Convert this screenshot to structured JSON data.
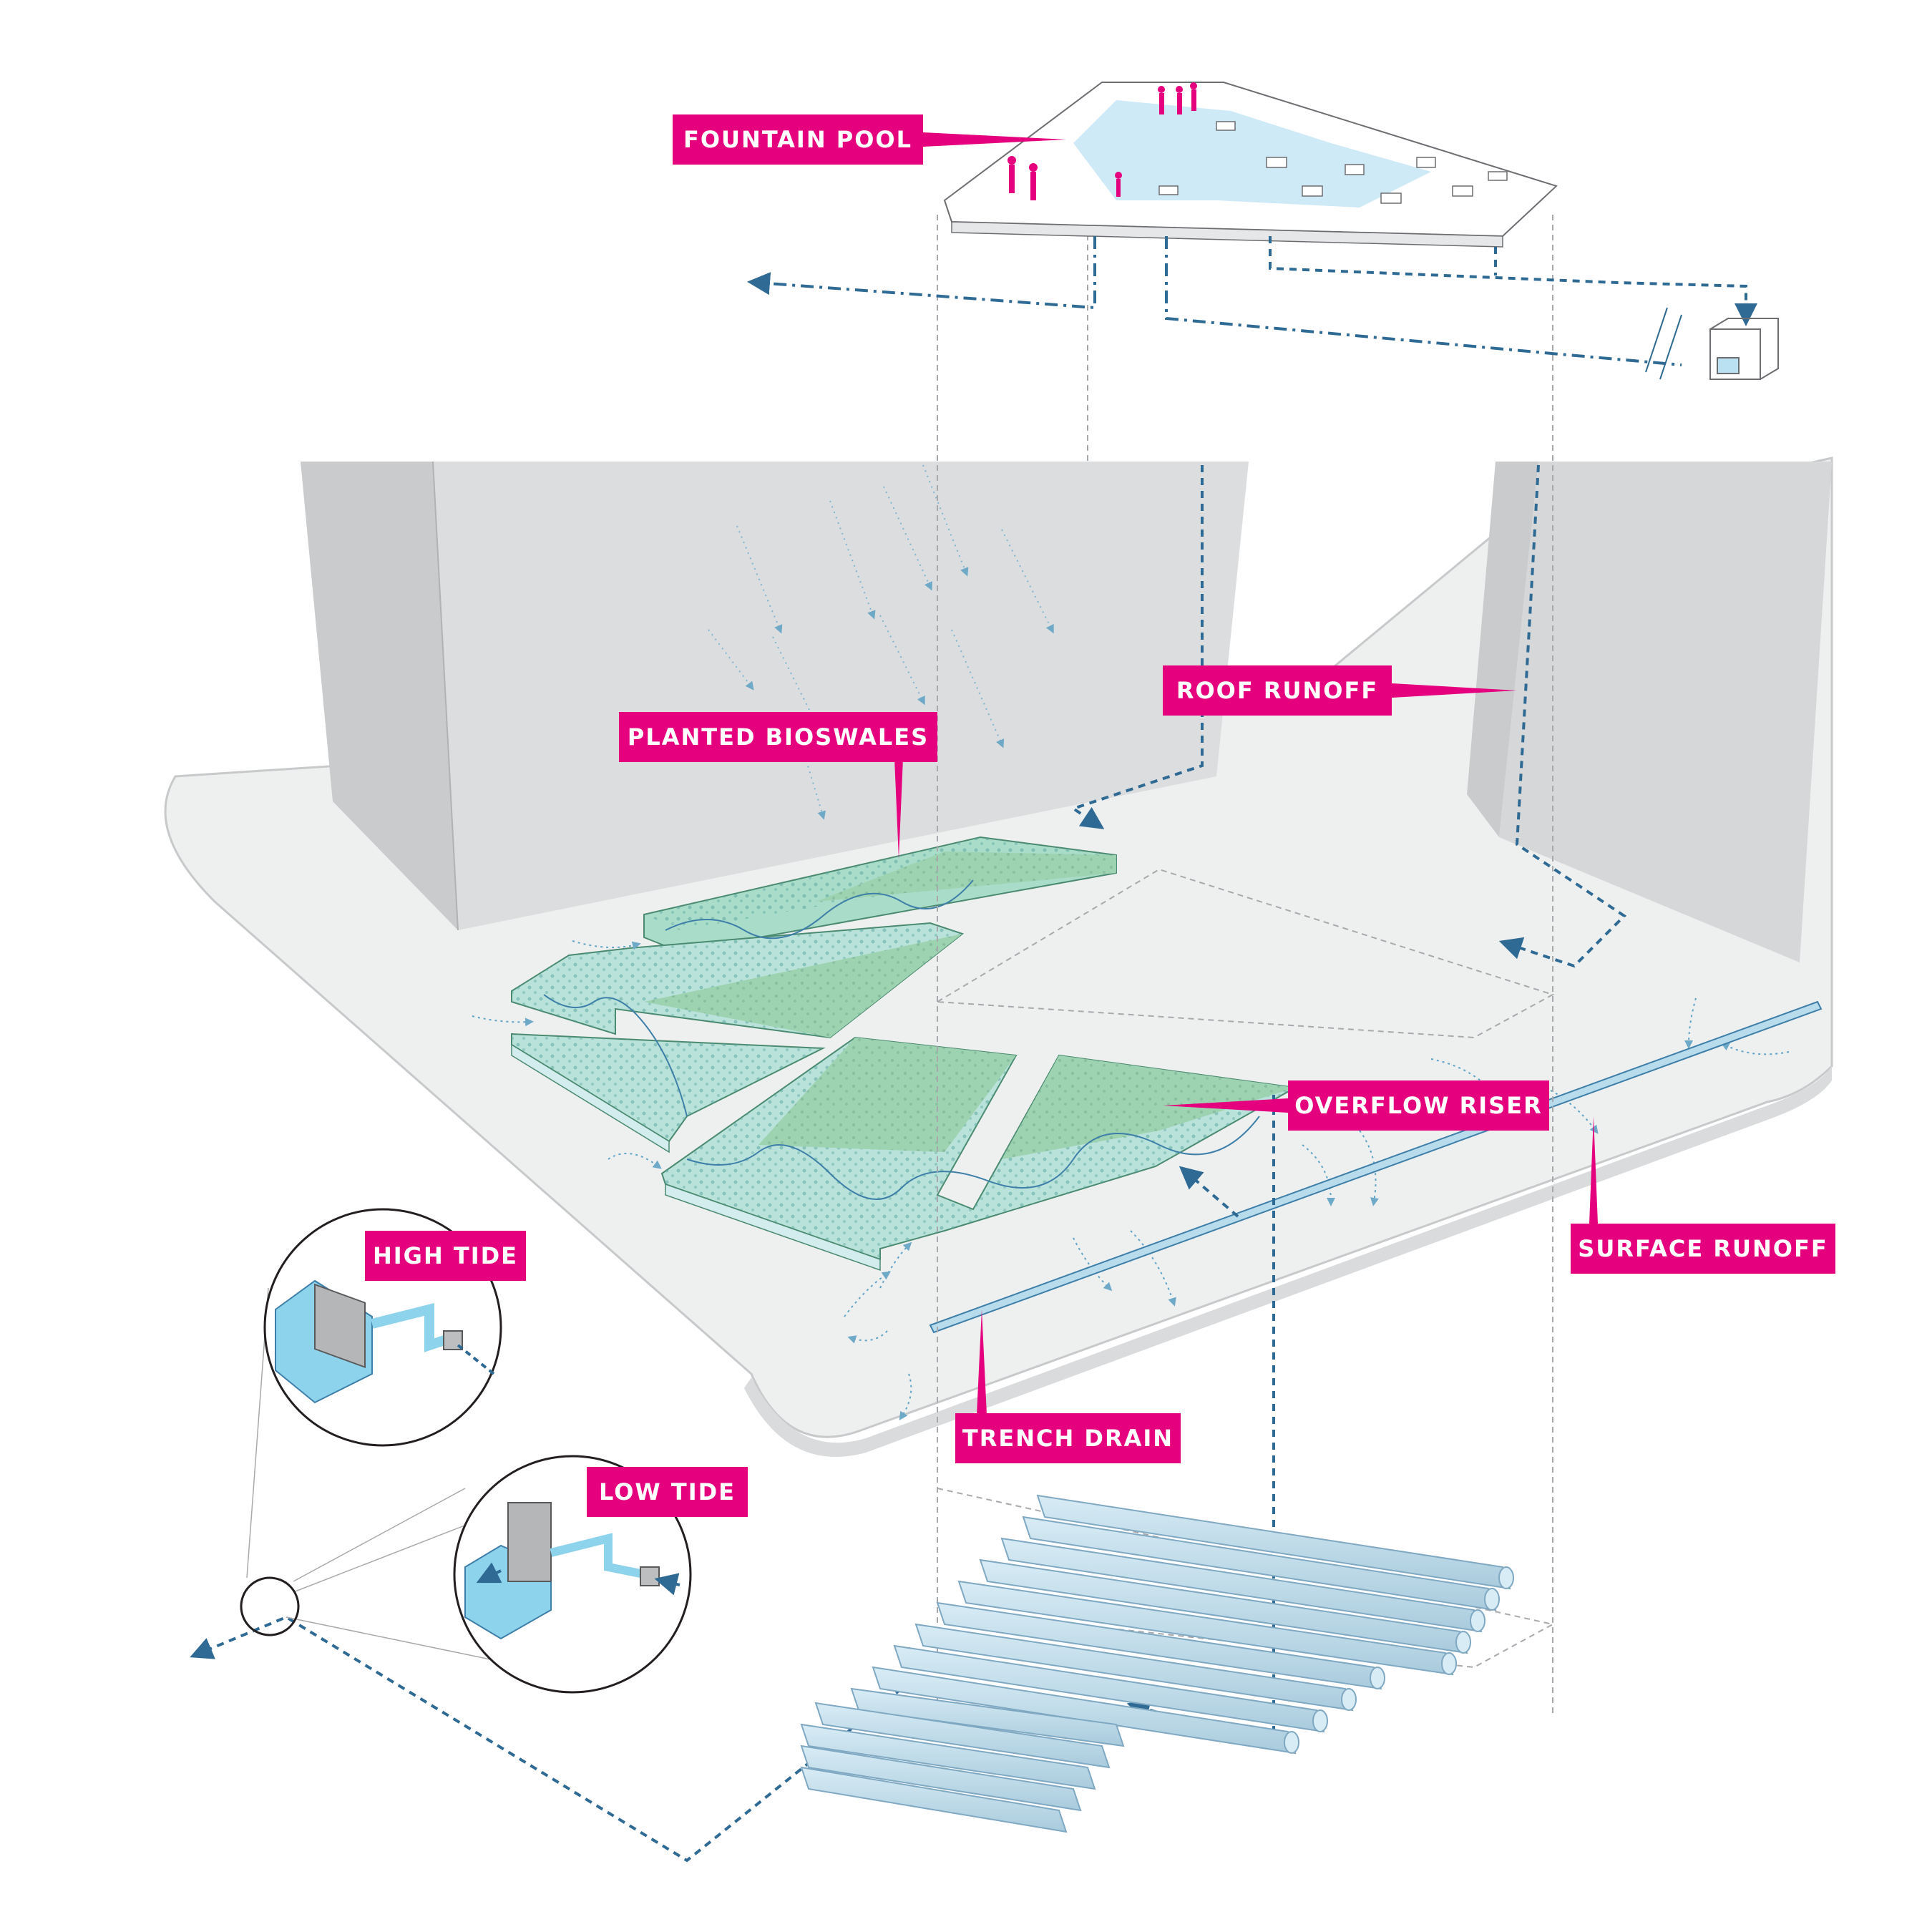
{
  "colors": {
    "label_bg": "#E5007E",
    "pipe_blue": "#2E6A93",
    "water_blue": "#B9E1F2",
    "bioswale_green": "#9ED3B1",
    "building_grey": "#DCDDDE",
    "plaza_grey": "#F1F2F2"
  },
  "labels": {
    "fountain_pool": "FOUNTAIN POOL",
    "roof_runoff": "ROOF RUNOFF",
    "planted_bioswales": "PLANTED BIOSWALES",
    "overflow_riser": "OVERFLOW RISER",
    "surface_runoff": "SURFACE RUNOFF",
    "high_tide": "HIGH TIDE",
    "low_tide": "LOW TIDE",
    "trench_drain": "TRENCH DRAIN"
  }
}
